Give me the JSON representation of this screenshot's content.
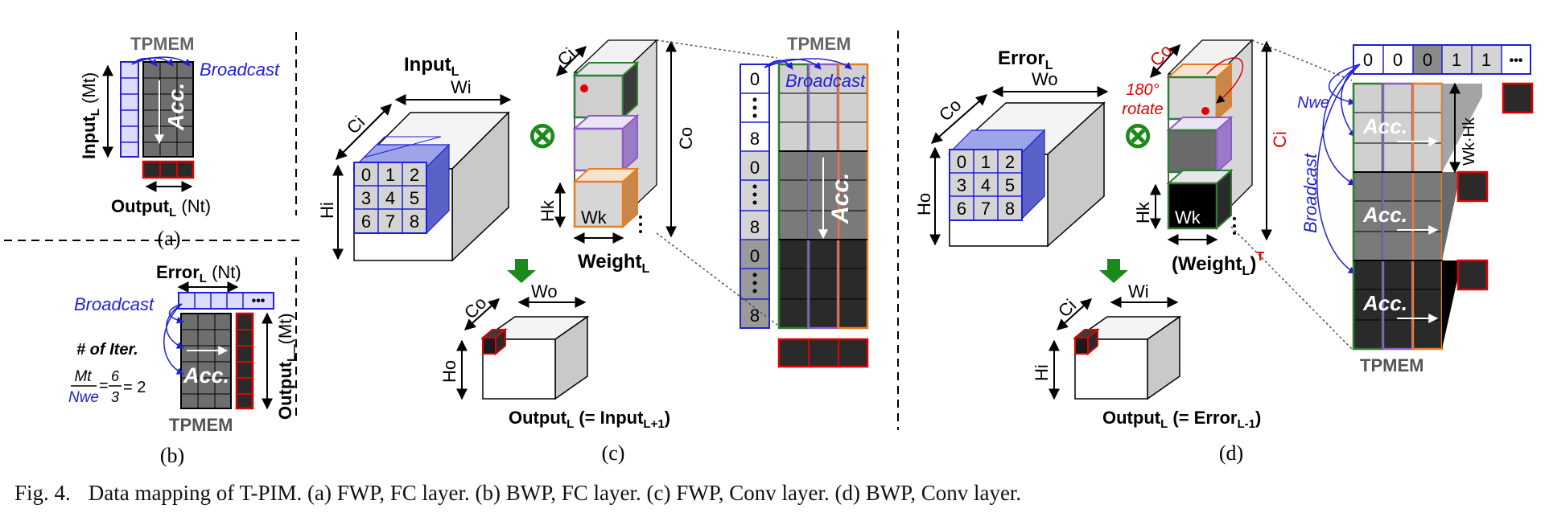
{
  "caption": {
    "figure_label": "Fig. 4.",
    "text": "Data mapping of T-PIM. (a) FWP, FC layer. (b) BWP, FC layer. (c) FWP, Conv layer. (d) BWP, Conv layer."
  },
  "panel_a": {
    "label": "(a)",
    "tpmem": "TPMEM",
    "broadcast": "Broadcast",
    "acc": "Acc.",
    "input_main": "Input",
    "input_sub": "L",
    "input_tail": " (Mt)",
    "output_main": "Output",
    "output_sub": "L",
    "output_tail": " (Nt)"
  },
  "panel_b": {
    "label": "(b)",
    "error_main": "Error",
    "error_sub": "L",
    "error_tail": " (Nt)",
    "broadcast": "Broadcast",
    "iter_title": "# of Iter.",
    "mt": "Mt",
    "nwe": "Nwe",
    "eq": "=",
    "six": "6",
    "three": "3",
    "result": "= 2",
    "acc": "Acc.",
    "tpmem": "TPMEM",
    "output_main": "Output",
    "output_sub": "L",
    "output_tail": "_(Mt)",
    "dots": "•••"
  },
  "panel_c": {
    "label": "(c)",
    "input_main": "Input",
    "input_sub": "L",
    "wi": "Wi",
    "ci": "Ci",
    "hi": "Hi",
    "grid": [
      "0",
      "1",
      "2",
      "3",
      "4",
      "5",
      "6",
      "7",
      "8"
    ],
    "otimes": "⊗",
    "ci_w": "Ci",
    "co": "Co",
    "hk": "Hk",
    "wk": "Wk",
    "weight_main": "Weight",
    "weight_sub": "L",
    "tpmem": "TPMEM",
    "broadcast": "Broadcast",
    "acc": "Acc.",
    "column": [
      "0",
      "8",
      "0",
      "8",
      "0",
      "8"
    ],
    "co_out": "Co",
    "wo": "Wo",
    "ho": "Ho",
    "output_main": "Output",
    "output_sub": "L",
    "output_mid": " (= Input",
    "output_sub2": "L+1",
    "output_end": ")"
  },
  "panel_d": {
    "label": "(d)",
    "error_main": "Error",
    "error_sub": "L",
    "wo": "Wo",
    "co": "Co",
    "ho": "Ho",
    "grid": [
      "0",
      "1",
      "2",
      "3",
      "4",
      "5",
      "6",
      "7",
      "8"
    ],
    "otimes": "⊗",
    "co_w": "Co",
    "rotate1": "180°",
    "rotate2": "rotate",
    "ci": "Ci",
    "hk": "Hk",
    "wk": "Wk",
    "weight_open": "(Weight",
    "weight_sub": "L",
    "weight_close": ")",
    "weight_sup": "T",
    "top_row": [
      "0",
      "0",
      "0",
      "1",
      "1",
      "•••"
    ],
    "nwe": "Nwe",
    "broadcast": "Broadcast",
    "acc": "Acc.",
    "wkhk": "Wk·Hk",
    "tpmem": "TPMEM",
    "wi": "Wi",
    "ci_out": "Ci",
    "hi": "Hi",
    "output_main": "Output",
    "output_sub": "L",
    "output_mid": " (= Error",
    "output_sub2": "L-1",
    "output_end": ")"
  },
  "colors": {
    "blue": "#1f1fd6",
    "red": "#e00000",
    "green": "#2e7d32",
    "purple": "#8e5cc9",
    "orange": "#e67e22",
    "gray_light": "#d0d0d0",
    "gray_mid": "#7a7a7a",
    "gray_dark": "#2a2a2a"
  }
}
